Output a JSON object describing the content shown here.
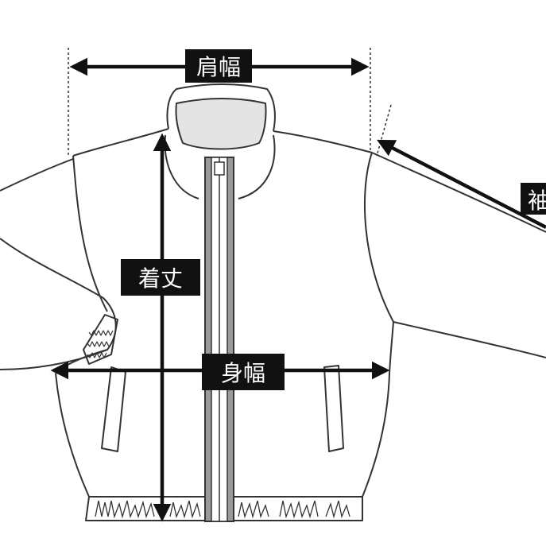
{
  "labels": {
    "shoulder": "肩幅",
    "length": "着丈",
    "chest": "身幅",
    "sleeve": "袖"
  },
  "colors": {
    "outline": "#333333",
    "arrow": "#111111",
    "label_bg": "#111111",
    "label_text": "#ffffff",
    "zipper": "#9a9a9a",
    "collar_lining": "#e4e4e4",
    "background": "#ffffff"
  }
}
